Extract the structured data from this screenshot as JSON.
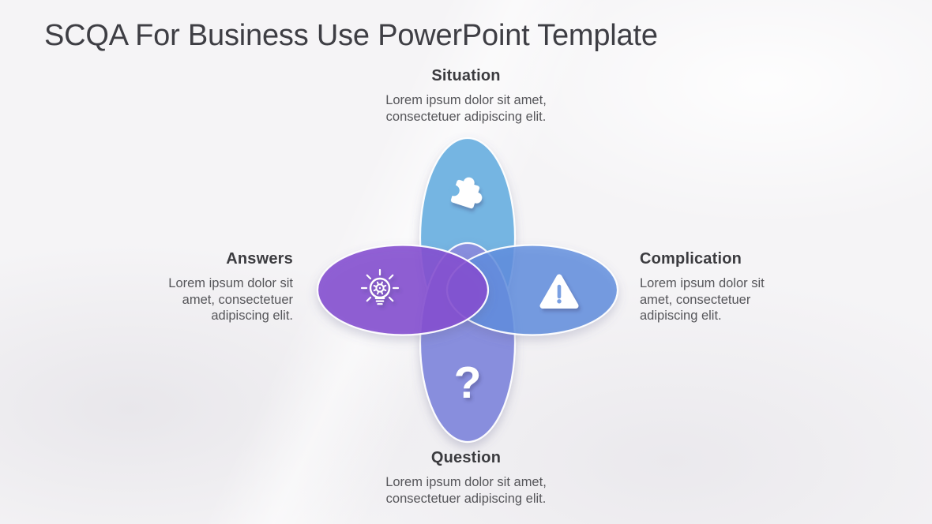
{
  "slide": {
    "title": "SCQA For Business Use PowerPoint Template",
    "background_color": "#f5f4f6",
    "title_color": "#3e3e44"
  },
  "diagram": {
    "type": "scqa-venn-flower",
    "sections": [
      {
        "id": "situation",
        "position": "top",
        "label": "Situation",
        "body": "Lorem ipsum dolor sit amet,\nconsectetuer adipiscing elit.",
        "icon": "puzzle-icon",
        "color": "#74b5e2"
      },
      {
        "id": "complication",
        "position": "right",
        "label": "Complication",
        "body": "Lorem ipsum dolor sit\namet, consectetuer\nadipiscing elit.",
        "icon": "warning-triangle-icon",
        "color": "#7aa0e2"
      },
      {
        "id": "question",
        "position": "bottom",
        "label": "Question",
        "body": "Lorem ipsum dolor sit amet,\nconsectetuer adipiscing elit.",
        "icon": "question-mark-icon",
        "glyph": "?",
        "color": "#888edd"
      },
      {
        "id": "answers",
        "position": "left",
        "label": "Answers",
        "body": "Lorem ipsum dolor sit\namet, consectetuer\nadipiscing elit.",
        "icon": "lightbulb-idea-icon",
        "color": "#9261d5"
      }
    ],
    "render": {
      "top_fill": "#74b5e2",
      "bottom_fill": "#888edd",
      "right_fill": "#5f8dde",
      "left_fill": "#844dd0",
      "outline_color": "#ffffff"
    },
    "heading_color": "#3b3b3f",
    "body_color": "#56565a"
  }
}
